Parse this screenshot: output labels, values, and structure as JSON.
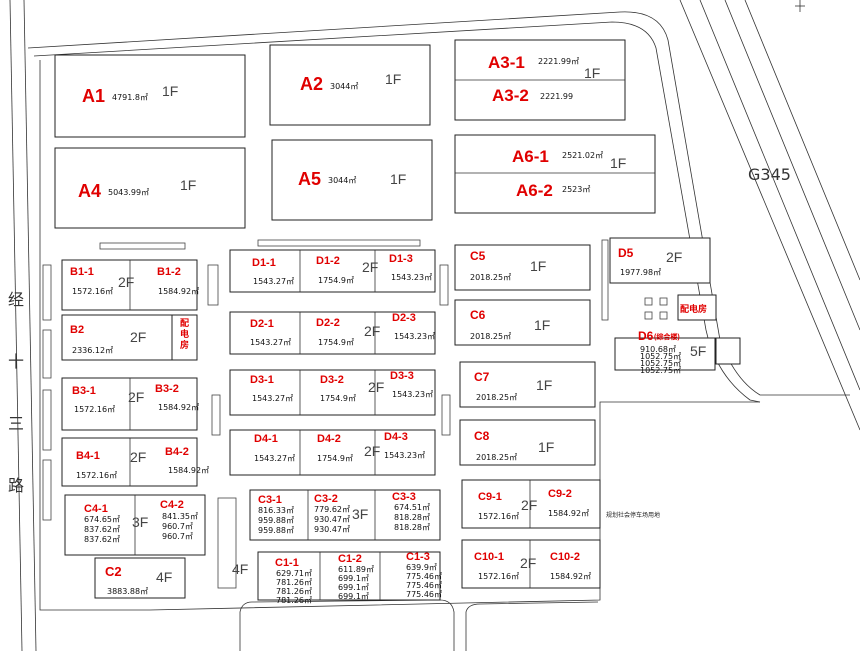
{
  "roads": {
    "left_road": "经十三路",
    "right_road": "G345"
  },
  "note": "规划社会停车场用地",
  "buildings": [
    {
      "id": "A1",
      "label": "A1",
      "areas": [
        "4791.8㎡"
      ],
      "floor": "1F"
    },
    {
      "id": "A2",
      "label": "A2",
      "areas": [
        "3044㎡"
      ],
      "floor": "1F"
    },
    {
      "id": "A3-1",
      "label": "A3-1",
      "areas": [
        "2221.99㎡"
      ],
      "floor": "1F"
    },
    {
      "id": "A3-2",
      "label": "A3-2",
      "areas": [
        "2221.99"
      ]
    },
    {
      "id": "A4",
      "label": "A4",
      "areas": [
        "5043.99㎡"
      ],
      "floor": "1F"
    },
    {
      "id": "A5",
      "label": "A5",
      "areas": [
        "3044㎡"
      ],
      "floor": "1F"
    },
    {
      "id": "A6-1",
      "label": "A6-1",
      "areas": [
        "2521.02㎡"
      ],
      "floor": "1F"
    },
    {
      "id": "A6-2",
      "label": "A6-2",
      "areas": [
        "2523㎡"
      ]
    },
    {
      "id": "B1-1",
      "label": "B1-1",
      "areas": [
        "1572.16㎡"
      ],
      "floor": "2F"
    },
    {
      "id": "B1-2",
      "label": "B1-2",
      "areas": [
        "1584.92㎡"
      ]
    },
    {
      "id": "B2",
      "label": "B2",
      "areas": [
        "2336.12㎡"
      ],
      "floor": "2F"
    },
    {
      "id": "B3-1",
      "label": "B3-1",
      "areas": [
        "1572.16㎡"
      ],
      "floor": "2F"
    },
    {
      "id": "B3-2",
      "label": "B3-2",
      "areas": [
        "1584.92㎡"
      ]
    },
    {
      "id": "B4-1",
      "label": "B4-1",
      "areas": [
        "1572.16㎡"
      ],
      "floor": "2F"
    },
    {
      "id": "B4-2",
      "label": "B4-2",
      "areas": [
        "1584.92㎡"
      ]
    },
    {
      "id": "C4-1",
      "label": "C4-1",
      "areas": [
        "674.65㎡",
        "837.62㎡",
        "837.62㎡"
      ],
      "floor": "3F"
    },
    {
      "id": "C4-2",
      "label": "C4-2",
      "areas": [
        "841.35㎡",
        "960.7㎡",
        "960.7㎡"
      ]
    },
    {
      "id": "C2",
      "label": "C2",
      "areas": [
        "3883.88㎡"
      ],
      "floor": "4F"
    },
    {
      "id": "D1-1",
      "label": "D1-1",
      "areas": [
        "1543.27㎡"
      ],
      "floor": "2F"
    },
    {
      "id": "D1-2",
      "label": "D1-2",
      "areas": [
        "1754.9㎡"
      ]
    },
    {
      "id": "D1-3",
      "label": "D1-3",
      "areas": [
        "1543.23㎡"
      ]
    },
    {
      "id": "D2-1",
      "label": "D2-1",
      "areas": [
        "1543.27㎡"
      ],
      "floor": "2F"
    },
    {
      "id": "D2-2",
      "label": "D2-2",
      "areas": [
        "1754.9㎡"
      ]
    },
    {
      "id": "D2-3",
      "label": "D2-3",
      "areas": [
        "1543.23㎡"
      ]
    },
    {
      "id": "D3-1",
      "label": "D3-1",
      "areas": [
        "1543.27㎡"
      ],
      "floor": "2F"
    },
    {
      "id": "D3-2",
      "label": "D3-2",
      "areas": [
        "1754.9㎡"
      ]
    },
    {
      "id": "D3-3",
      "label": "D3-3",
      "areas": [
        "1543.23㎡"
      ]
    },
    {
      "id": "D4-1",
      "label": "D4-1",
      "areas": [
        "1543.27㎡"
      ],
      "floor": "2F"
    },
    {
      "id": "D4-2",
      "label": "D4-2",
      "areas": [
        "1754.9㎡"
      ]
    },
    {
      "id": "D4-3",
      "label": "D4-3",
      "areas": [
        "1543.23㎡"
      ]
    },
    {
      "id": "C3-1",
      "label": "C3-1",
      "areas": [
        "816.33㎡",
        "959.88㎡",
        "959.88㎡"
      ],
      "floor": "3F"
    },
    {
      "id": "C3-2",
      "label": "C3-2",
      "areas": [
        "779.62㎡",
        "930.47㎡",
        "930.47㎡"
      ]
    },
    {
      "id": "C3-3",
      "label": "C3-3",
      "areas": [
        "674.51㎡",
        "818.28㎡",
        "818.28㎡"
      ]
    },
    {
      "id": "C1-1",
      "label": "C1-1",
      "areas": [
        "629.71㎡",
        "781.26㎡",
        "781.26㎡",
        "781.26㎡"
      ],
      "floor": "4F"
    },
    {
      "id": "C1-2",
      "label": "C1-2",
      "areas": [
        "611.89㎡",
        "699.1㎡",
        "699.1㎡",
        "699.1㎡"
      ]
    },
    {
      "id": "C1-3",
      "label": "C1-3",
      "areas": [
        "639.9㎡",
        "775.46㎡",
        "775.46㎡",
        "775.46㎡"
      ]
    },
    {
      "id": "C5",
      "label": "C5",
      "areas": [
        "2018.25㎡"
      ],
      "floor": "1F"
    },
    {
      "id": "C6",
      "label": "C6",
      "areas": [
        "2018.25㎡"
      ],
      "floor": "1F"
    },
    {
      "id": "C7",
      "label": "C7",
      "areas": [
        "2018.25㎡"
      ],
      "floor": "1F"
    },
    {
      "id": "C8",
      "label": "C8",
      "areas": [
        "2018.25㎡"
      ],
      "floor": "1F"
    },
    {
      "id": "C9-1",
      "label": "C9-1",
      "areas": [
        "1572.16㎡"
      ],
      "floor": "2F"
    },
    {
      "id": "C9-2",
      "label": "C9-2",
      "areas": [
        "1584.92㎡"
      ]
    },
    {
      "id": "C10-1",
      "label": "C10-1",
      "areas": [
        "1572.16㎡"
      ],
      "floor": "2F"
    },
    {
      "id": "C10-2",
      "label": "C10-2",
      "areas": [
        "1584.92㎡"
      ]
    },
    {
      "id": "D5",
      "label": "D5",
      "areas": [
        "1977.98㎡"
      ],
      "floor": "2F"
    },
    {
      "id": "D6",
      "label": "D6",
      "sublabel": "(综合楼)",
      "areas": [
        "910.68㎡",
        "1052.75㎡",
        "1052.75㎡",
        "1052.75㎡"
      ],
      "floor": "5F"
    }
  ],
  "substations": [
    {
      "id": "sub-b",
      "label": "配电房"
    },
    {
      "id": "sub-d",
      "label": "配电房"
    }
  ]
}
